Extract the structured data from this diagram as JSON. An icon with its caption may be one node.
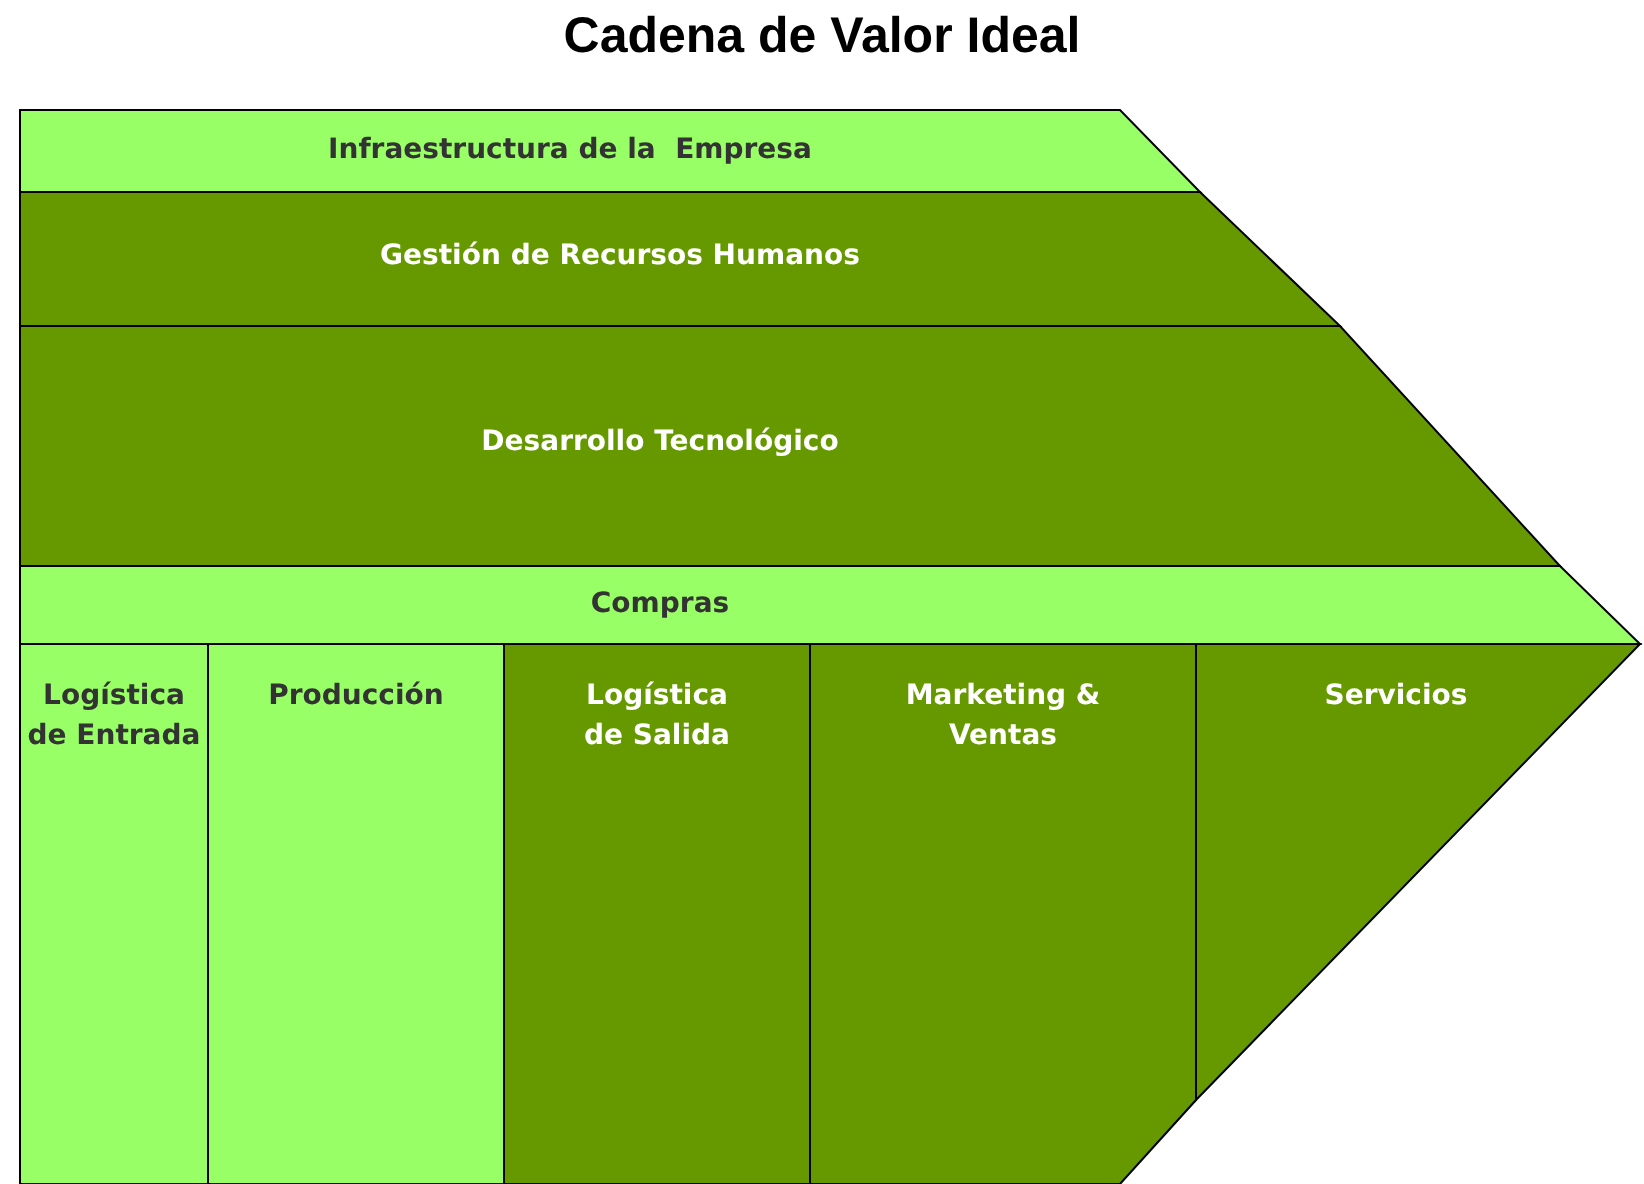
{
  "diagram": {
    "title": "Cadena de Valor Ideal",
    "nodes": [
      {
        "text": [
          "Infraestructura de la  Empresa"
        ]
      },
      {
        "text": [
          "Gestión de Recursos Humanos"
        ]
      },
      {
        "text": [
          "Desarrollo Tecnológico"
        ]
      },
      {
        "text": [
          "Compras"
        ]
      },
      {
        "text": [
          "Logística de Entrada"
        ]
      },
      {
        "text": [
          "Producción"
        ]
      },
      {
        "text": [
          "Logística de Salida"
        ]
      },
      {
        "text": [
          "Marketing & Ventas"
        ]
      },
      {
        "text": [
          "Servicios"
        ]
      }
    ],
    "edges": []
  }
}
